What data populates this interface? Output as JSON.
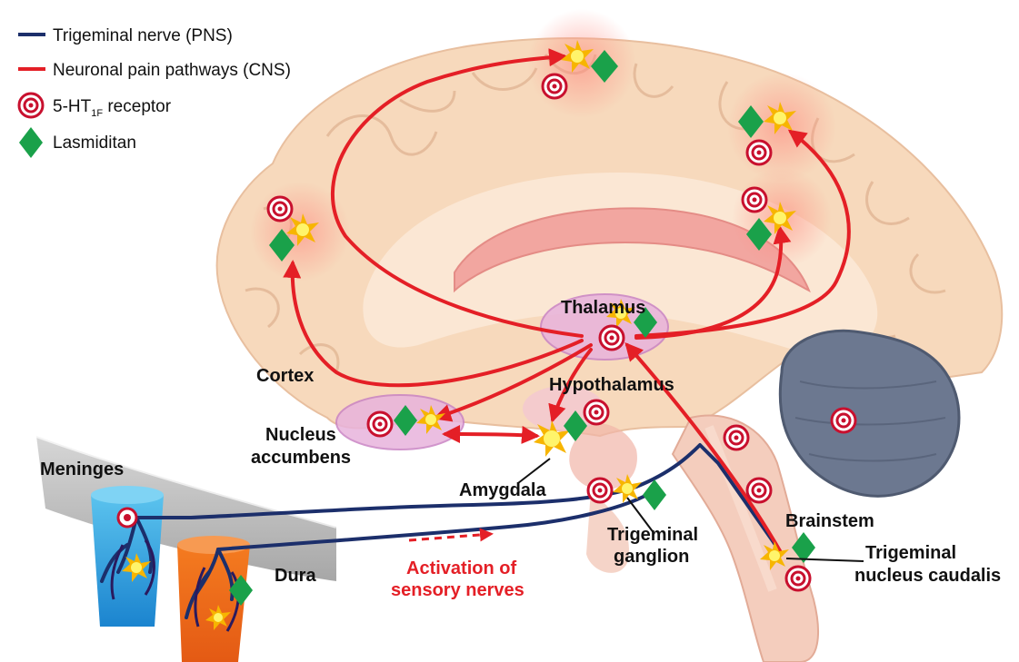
{
  "legend": {
    "trigeminal_nerve": "Trigeminal nerve (PNS)",
    "pain_pathways": "Neuronal pain pathways (CNS)",
    "receptor_prefix": "5-HT",
    "receptor_sub": "1F",
    "receptor_suffix": " receptor",
    "lasmiditan": "Lasmiditan"
  },
  "labels": {
    "thalamus": "Thalamus",
    "hypothalamus": "Hypothalamus",
    "cortex": "Cortex",
    "nucleus_line1": "Nucleus",
    "nucleus_line2": "accumbens",
    "amygdala": "Amygdala",
    "meninges": "Meninges",
    "dura": "Dura",
    "trigeminal_ganglion_line1": "Trigeminal",
    "trigeminal_ganglion_line2": "ganglion",
    "brainstem": "Brainstem",
    "tnc_line1": "Trigeminal",
    "tnc_line2": "nucleus caudalis",
    "activation_line1": "Activation of",
    "activation_line2": "sensory nerves"
  },
  "colors": {
    "trigeminal_nerve": "#1c2f6b",
    "pain_pathway": "#e41f26",
    "lasmiditan": "#1aa14a",
    "receptor": "#c8102e",
    "brain": "#f7d9bc",
    "cerebellum": "#6c7890"
  }
}
